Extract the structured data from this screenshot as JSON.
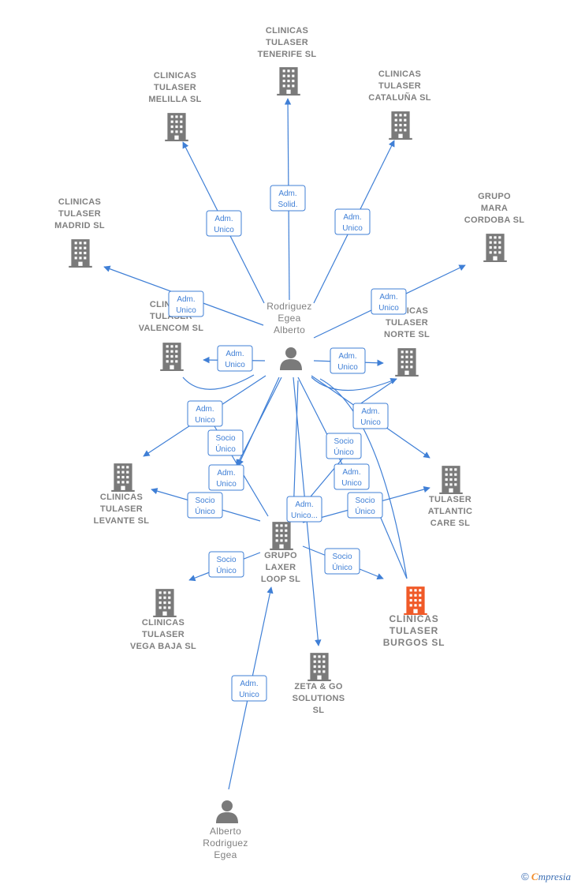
{
  "colors": {
    "edge": "#3f7fd6",
    "company": "#7a7a7a",
    "company_focus": "#f05a28",
    "person": "#7a7a7a",
    "label": "#808080"
  },
  "nodes": [
    {
      "id": "tenerife",
      "type": "company",
      "lines": [
        "CLINICAS",
        "TULASER",
        "TENERIFE  SL"
      ]
    },
    {
      "id": "melilla",
      "type": "company",
      "lines": [
        "CLINICAS",
        "TULASER",
        "MELILLA  SL"
      ]
    },
    {
      "id": "cataluna",
      "type": "company",
      "lines": [
        "CLINICAS",
        "TULASER",
        "CATALUÑA  SL"
      ]
    },
    {
      "id": "madrid",
      "type": "company",
      "lines": [
        "CLINICAS",
        "TULASER",
        "MADRID  SL"
      ]
    },
    {
      "id": "mara",
      "type": "company",
      "lines": [
        "GRUPO",
        "MARA",
        "CORDOBA  SL"
      ]
    },
    {
      "id": "valencom",
      "type": "company",
      "lines": [
        "CLINICAS",
        "TULASER",
        "VALENCOM  SL"
      ]
    },
    {
      "id": "norte",
      "type": "company",
      "lines": [
        "CLINICAS",
        "TULASER",
        "NORTE  SL"
      ]
    },
    {
      "id": "rodriguez",
      "type": "person",
      "lines": [
        "Rodriguez",
        "Egea",
        "Alberto"
      ]
    },
    {
      "id": "levante",
      "type": "company",
      "lines": [
        "CLINICAS",
        "TULASER",
        "LEVANTE  SL"
      ]
    },
    {
      "id": "atlantic",
      "type": "company",
      "lines": [
        "TULASER",
        "ATLANTIC",
        "CARE  SL"
      ]
    },
    {
      "id": "laxer",
      "type": "company",
      "lines": [
        "GRUPO",
        "LAXER",
        "LOOP  SL"
      ]
    },
    {
      "id": "vegabaja",
      "type": "company",
      "lines": [
        "CLINICAS",
        "TULASER",
        "VEGA BAJA  SL"
      ]
    },
    {
      "id": "burgos",
      "type": "company",
      "focus": true,
      "lines": [
        "CLINICAS",
        "TULASER",
        "BURGOS  SL"
      ]
    },
    {
      "id": "zeta",
      "type": "company",
      "lines": [
        "ZETA & GO",
        "SOLUTIONS",
        "SL"
      ]
    },
    {
      "id": "alberto",
      "type": "person",
      "lines": [
        "Alberto",
        "Rodriguez",
        "Egea"
      ]
    }
  ],
  "edges": [
    {
      "id": "e-tenerife",
      "from": "rodriguez",
      "to": "tenerife",
      "label": [
        "Adm.",
        "Solid."
      ]
    },
    {
      "id": "e-melilla",
      "from": "rodriguez",
      "to": "melilla",
      "label": [
        "Adm.",
        "Unico"
      ]
    },
    {
      "id": "e-cataluna",
      "from": "rodriguez",
      "to": "cataluna",
      "label": [
        "Adm.",
        "Unico"
      ]
    },
    {
      "id": "e-madrid",
      "from": "rodriguez",
      "to": "madrid",
      "label": [
        "Adm.",
        "Unico"
      ]
    },
    {
      "id": "e-mara",
      "from": "rodriguez",
      "to": "mara",
      "label": [
        "Adm.",
        "Unico"
      ]
    },
    {
      "id": "e-valencom",
      "from": "rodriguez",
      "to": "valencom",
      "label": [
        "Adm.",
        "Unico"
      ]
    },
    {
      "id": "e-norte",
      "from": "rodriguez",
      "to": "norte",
      "label": [
        "Adm.",
        "Unico"
      ]
    },
    {
      "id": "e-levante",
      "from": "rodriguez",
      "to": "levante",
      "label": [
        "Adm.",
        "Unico"
      ]
    },
    {
      "id": "e-norte2",
      "from": "rodriguez",
      "to": "norte",
      "label": [
        "Adm.",
        "Unico"
      ]
    },
    {
      "id": "e-atlantic",
      "from": "rodriguez",
      "to": "atlantic",
      "label": [
        "Socio",
        "Único"
      ]
    },
    {
      "id": "e-vegabaja",
      "from": "rodriguez",
      "to": "vegabaja",
      "label": [
        "Socio",
        "Único"
      ]
    },
    {
      "id": "e-laxer",
      "from": "rodriguez",
      "to": "laxer",
      "label": [
        "Adm.",
        "Unico"
      ]
    },
    {
      "id": "e-burgos",
      "from": "rodriguez",
      "to": "burgos",
      "label": [
        "Adm.",
        "Unico"
      ]
    },
    {
      "id": "e-zeta",
      "from": "rodriguez",
      "to": "zeta",
      "label": [
        "Adm.",
        "Unico..."
      ]
    },
    {
      "id": "e-laxer-levante",
      "from": "laxer",
      "to": "levante",
      "label": [
        "Socio",
        "Único"
      ]
    },
    {
      "id": "e-laxer-vegabaja",
      "from": "laxer",
      "to": "vegabaja",
      "label": [
        "Socio",
        "Único"
      ]
    },
    {
      "id": "e-laxer-burgos",
      "from": "laxer",
      "to": "burgos",
      "label": [
        "Socio",
        "Único"
      ]
    },
    {
      "id": "e-laxer-atlantic",
      "from": "laxer",
      "to": "atlantic",
      "label": [
        "Socio",
        "Único"
      ]
    },
    {
      "id": "e-alberto-laxer",
      "from": "alberto",
      "to": "laxer",
      "label": [
        "Adm.",
        "Unico"
      ]
    }
  ],
  "footer": {
    "copyright_symbol": "©",
    "brand_first": "C",
    "brand_rest": "mpresia"
  }
}
